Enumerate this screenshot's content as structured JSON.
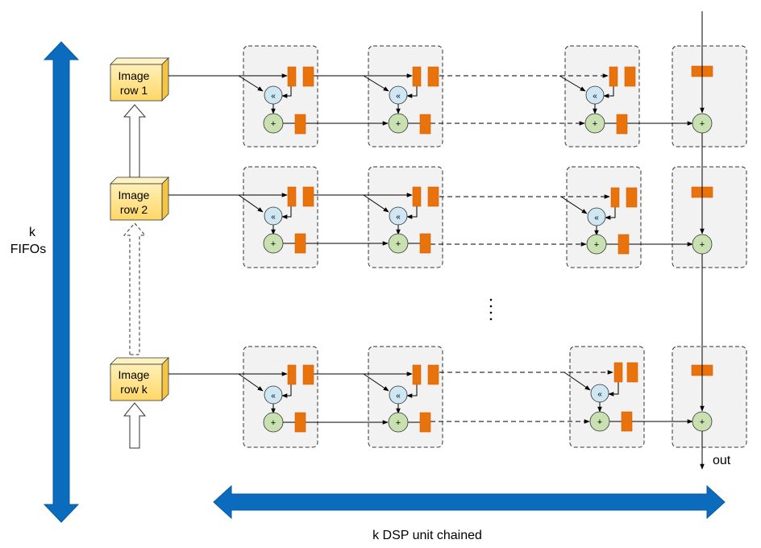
{
  "fifo_label_line1": "k",
  "fifo_label_line2": "FIFOs",
  "dsp_label": "k DSP unit chained",
  "out_label": "out",
  "shift_symbol": "«",
  "adder_symbol": "+",
  "image_rows": [
    {
      "line1": "Image",
      "line2": "row 1"
    },
    {
      "line1": "Image",
      "line2": "row 2"
    },
    {
      "line1": "Image",
      "line2": "row k"
    }
  ],
  "ellipsis": "⋮",
  "colors": {
    "accent_blue": "#0b6bbd",
    "register_orange": "#e8720c",
    "shift_blue": "#cfe6f3",
    "adder_green": "#c9e0b0",
    "fifo_yellow": "#ffe08a",
    "unit_bg": "#f2f2f2"
  }
}
